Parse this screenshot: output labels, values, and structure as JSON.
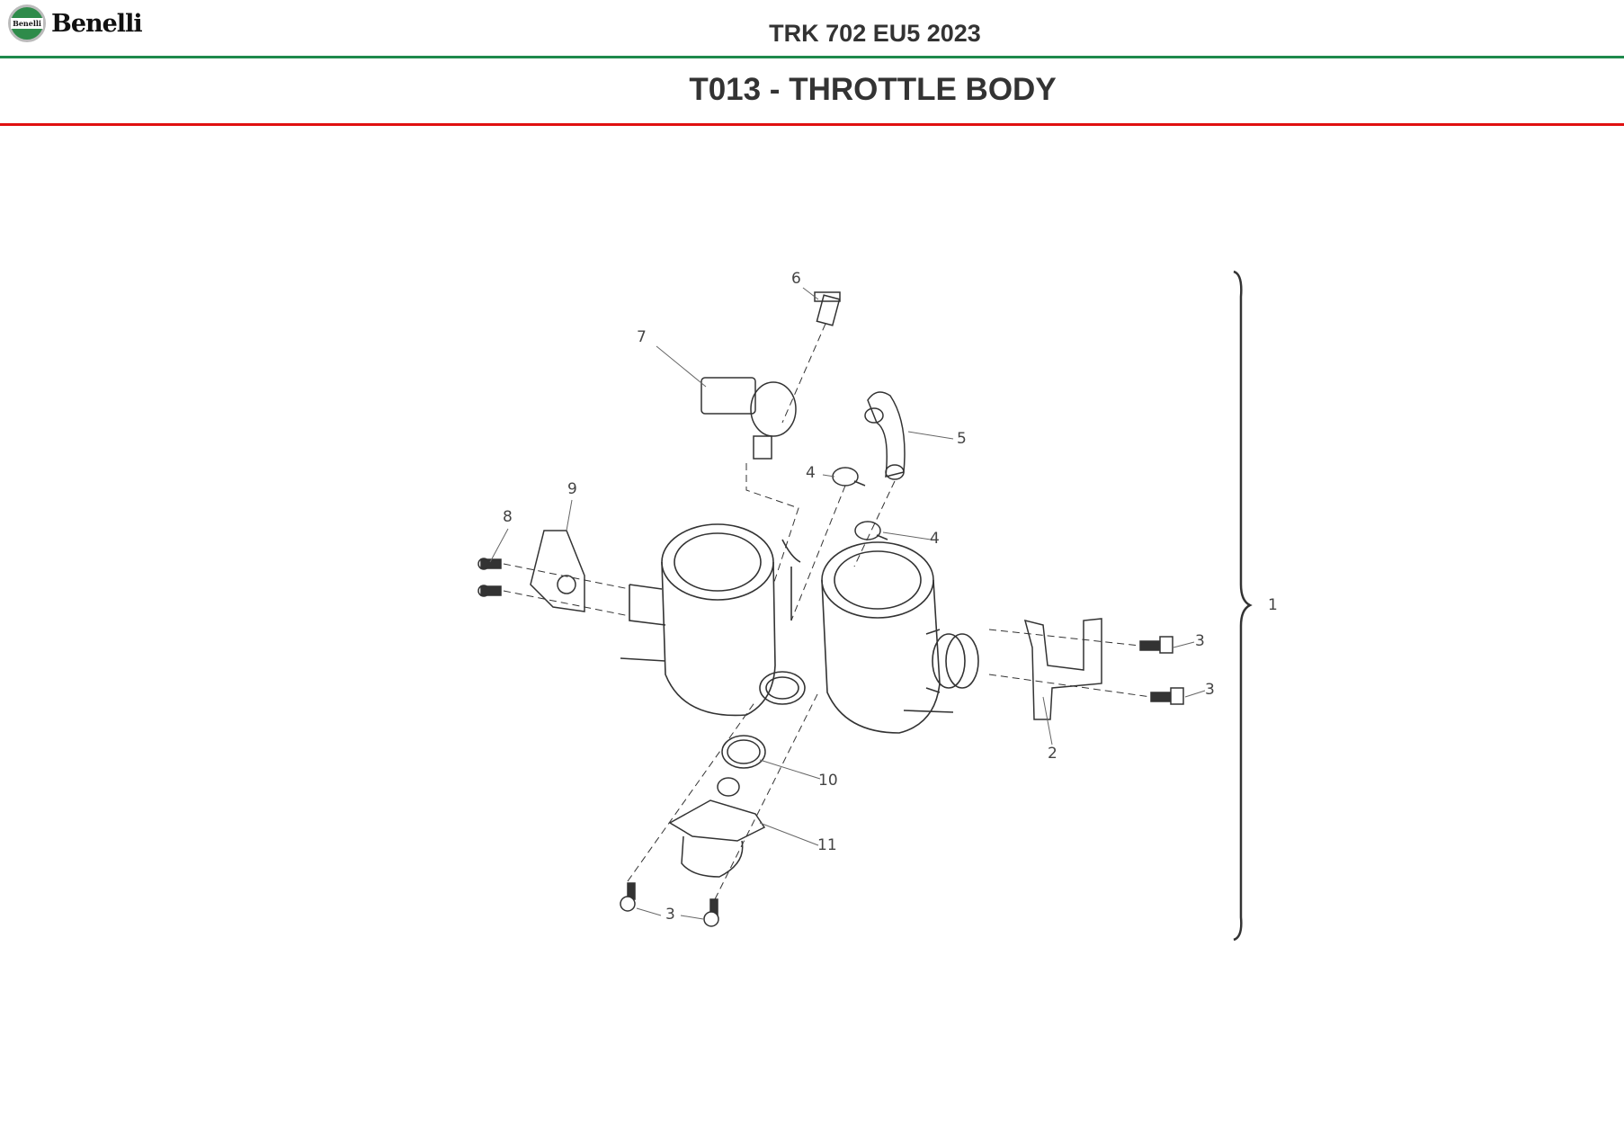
{
  "header": {
    "brand": "Benelli",
    "model": "TRK 702 EU5 2023",
    "title": "T013 - THROTTLE BODY"
  },
  "colors": {
    "green_rule": "#1e8a4c",
    "red_rule": "#e01010"
  },
  "diagram": {
    "callouts": [
      "6",
      "7",
      "5",
      "4",
      "4",
      "9",
      "8",
      "3",
      "3",
      "2",
      "10",
      "11",
      "3",
      "1"
    ]
  }
}
